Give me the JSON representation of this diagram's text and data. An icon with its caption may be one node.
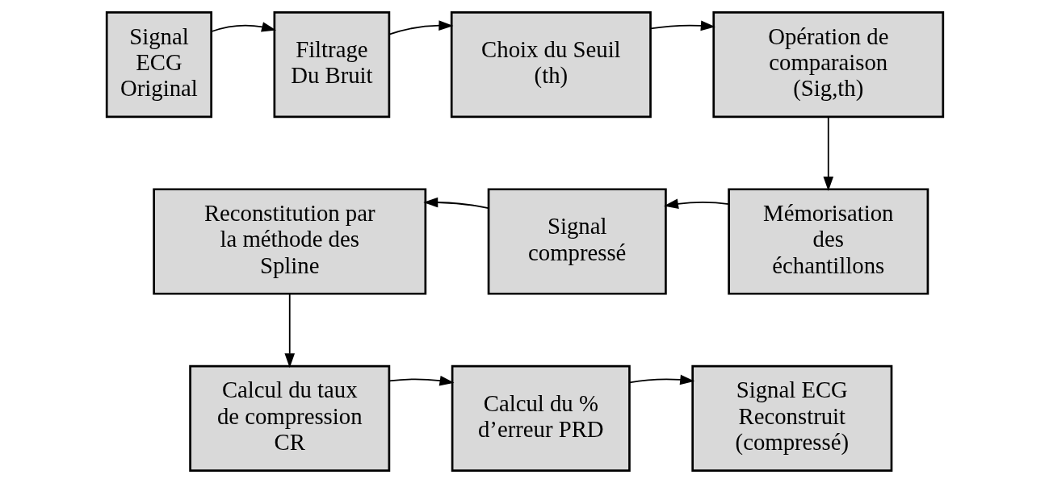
{
  "diagram": {
    "nodes": [
      {
        "text": [
          "Signal ECG Original"
        ]
      },
      {
        "text": [
          "Filtrage Du Bruit"
        ]
      },
      {
        "text": [
          "Choix du Seuil (th)"
        ]
      },
      {
        "text": [
          "Opération de comparaison (Sig,th)"
        ]
      },
      {
        "text": [
          "Mémorisation des échantillons"
        ]
      },
      {
        "text": [
          "Signal compressé"
        ]
      },
      {
        "text": [
          "Reconstitution par la méthode des Spline"
        ]
      },
      {
        "text": [
          "Calcul du taux de compression CR"
        ]
      },
      {
        "text": [
          "Calcul du % d’erreur PRD"
        ]
      },
      {
        "text": [
          "Signal ECG Reconstruit (compressé)"
        ]
      }
    ],
    "edges": [
      {
        "from": 0,
        "to": 1,
        "arrow": "to"
      },
      {
        "from": 1,
        "to": 2,
        "arrow": "to"
      },
      {
        "from": 2,
        "to": 3,
        "arrow": "to"
      },
      {
        "from": 3,
        "to": 4,
        "arrow": "to"
      },
      {
        "from": 4,
        "to": 5,
        "arrow": "to"
      },
      {
        "from": 5,
        "to": 6,
        "arrow": "to"
      },
      {
        "from": 6,
        "to": 7,
        "arrow": "to"
      },
      {
        "from": 7,
        "to": 8,
        "arrow": "to"
      },
      {
        "from": 8,
        "to": 9,
        "arrow": "to"
      }
    ]
  }
}
